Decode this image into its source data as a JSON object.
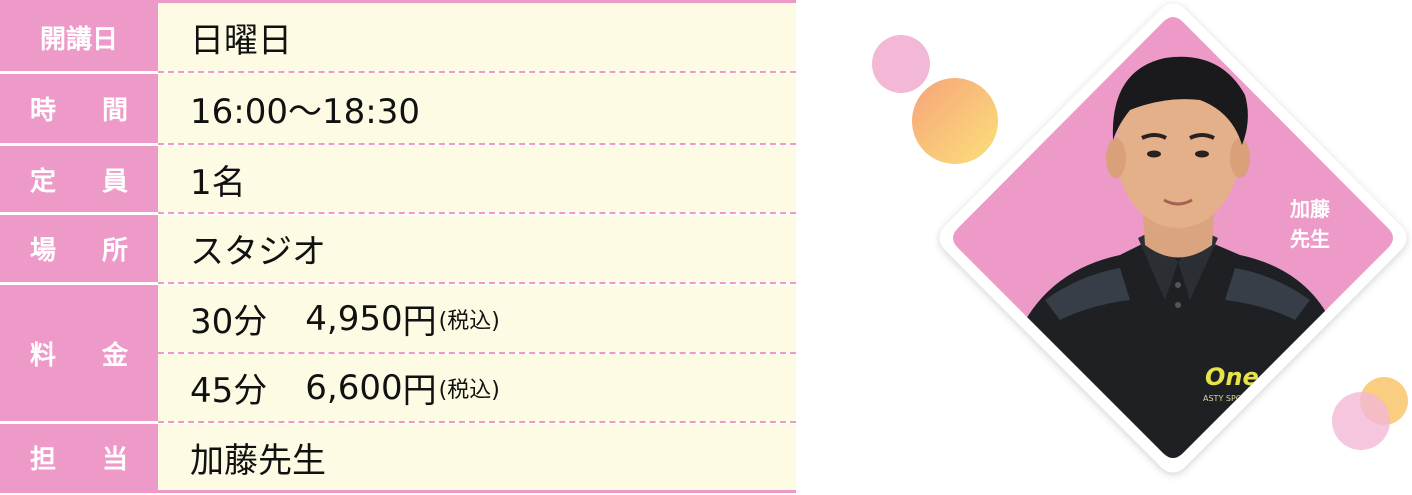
{
  "table": {
    "rows": [
      {
        "label": "開講日",
        "value": "日曜日"
      },
      {
        "label": "時間",
        "label_a": "時",
        "label_b": "間",
        "value": "16:00〜18:30"
      },
      {
        "label": "定員",
        "label_a": "定",
        "label_b": "員",
        "value": "1名"
      },
      {
        "label": "場所",
        "label_a": "場",
        "label_b": "所",
        "value": "スタジオ"
      },
      {
        "label": "料金",
        "label_a": "料",
        "label_b": "金"
      },
      {
        "label": "担当",
        "label_a": "担",
        "label_b": "当",
        "value": "加藤先生"
      }
    ],
    "fees": [
      {
        "duration": "30分",
        "price": "4,950",
        "unit": "円",
        "tax": "(税込)"
      },
      {
        "duration": "45分",
        "price": "6,600",
        "unit": "円",
        "tax": "(税込)"
      }
    ]
  },
  "instructor": {
    "caption_line1": "加藤",
    "caption_line2": "先生",
    "shirt_logo": "One",
    "shirt_logo_sub": "ASTY SPORTS CLUB"
  },
  "colors": {
    "label_bg": "#ee9ac8",
    "value_bg": "#fdfbe3",
    "dot_pink": "#f3b8d6",
    "dot_orange": "#f8c56a"
  }
}
